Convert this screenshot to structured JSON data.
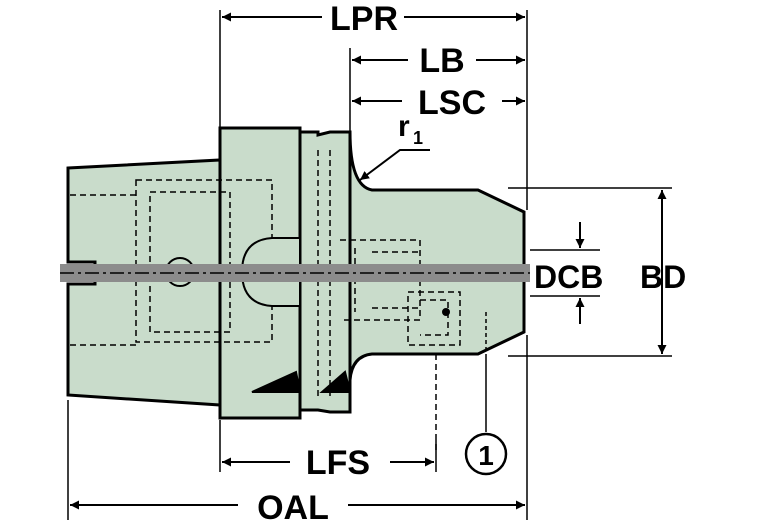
{
  "labels": {
    "lpr": "LPR",
    "lb": "LB",
    "lsc": "LSC",
    "r": "r",
    "r_sub": "1",
    "dcb": "DCB",
    "bd": "BD",
    "lfs": "LFS",
    "oal": "OAL",
    "callout": "1"
  },
  "colors": {
    "body": "#c9dccb",
    "axis": "#8c8c8c",
    "line": "#000000"
  }
}
